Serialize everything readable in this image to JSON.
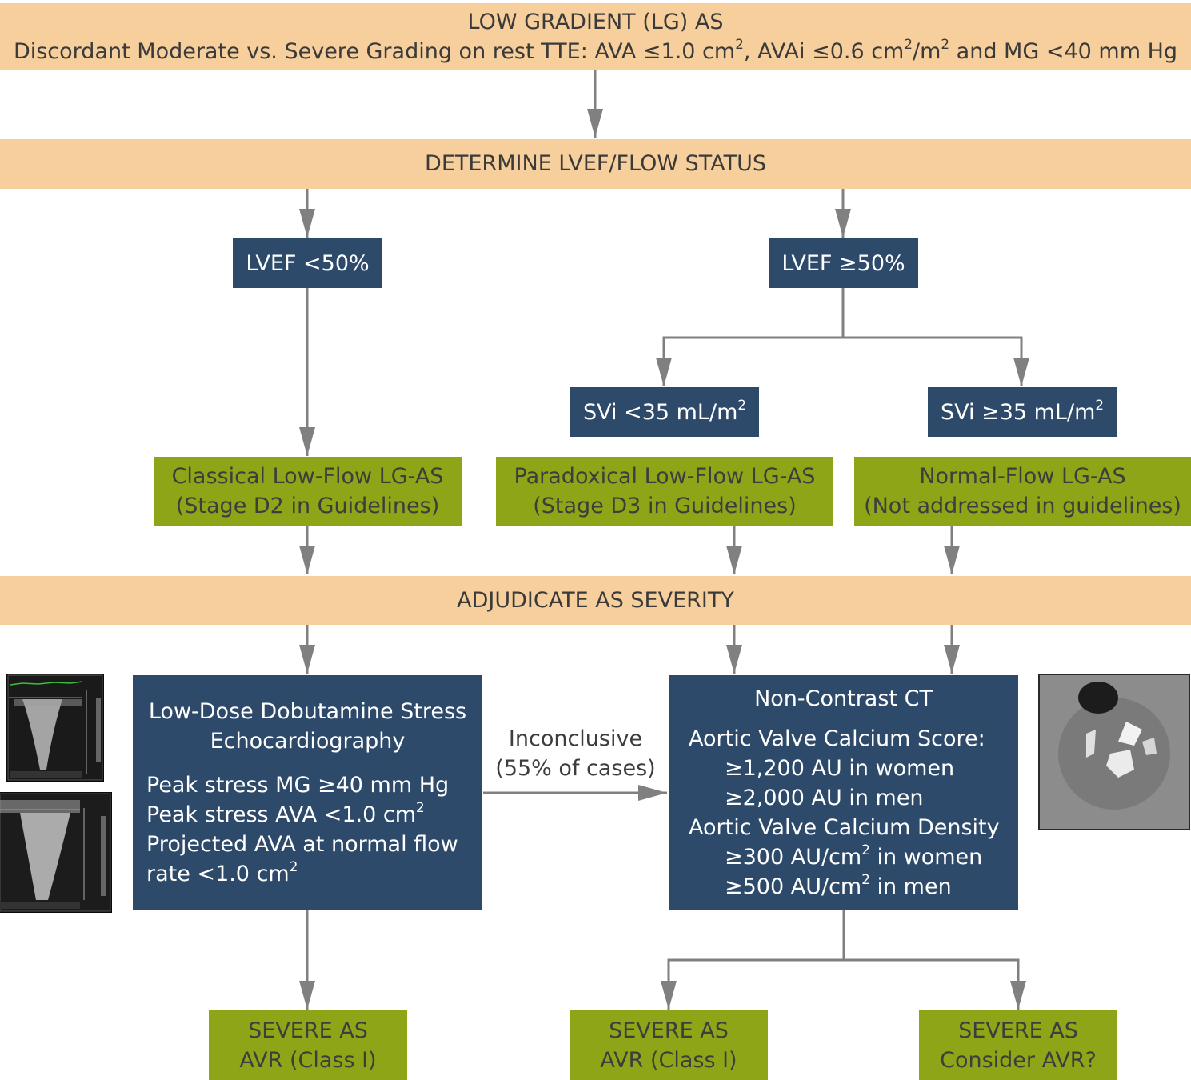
{
  "header": {
    "line1": "LOW GRADIENT (LG) AS",
    "line2": {
      "p1": "Discordant Moderate vs. Severe Grading on rest TTE: AVA ≤1.0 cm",
      "sup1": "2",
      "p2": ", AVAi ≤0.6 cm",
      "sup2": "2",
      "p3": "/m",
      "sup3": "2",
      "p4": " and MG <40 mm Hg"
    }
  },
  "band_flow": "DETERMINE LVEF/FLOW STATUS",
  "lvef_low": "LVEF <50%",
  "lvef_high": "LVEF ≥50%",
  "svi_low": {
    "text": "SVi <35 mL/m",
    "sup": "2"
  },
  "svi_high": {
    "text": "SVi ≥35 mL/m",
    "sup": "2"
  },
  "classical": {
    "line1": "Classical Low-Flow LG-AS",
    "line2": "(Stage D2 in Guidelines)"
  },
  "paradoxical": {
    "line1": "Paradoxical Low-Flow LG-AS",
    "line2": "(Stage D3 in Guidelines)"
  },
  "normalflow": {
    "line1": "Normal-Flow LG-AS",
    "line2": "(Not addressed in guidelines)"
  },
  "band_adjudicate": "ADJUDICATE AS SEVERITY",
  "dse": {
    "title1": "Low-Dose Dobutamine Stress",
    "title2": "Echocardiography",
    "c1": "Peak stress MG ≥40 mm Hg",
    "c2": {
      "text": "Peak stress AVA <1.0 cm",
      "sup": "2"
    },
    "c3": "Projected AVA at normal flow",
    "c4": {
      "text": "rate <1.0 cm",
      "sup": "2"
    }
  },
  "inconclusive": {
    "line1": "Inconclusive",
    "line2": "(55% of cases)"
  },
  "ct": {
    "title": "Non-Contrast CT",
    "score_title": "Aortic Valve Calcium Score:",
    "score_women": "≥1,200 AU in women",
    "score_men": "≥2,000 AU in men",
    "density_title": "Aortic Valve Calcium Density",
    "density_women": {
      "p1": "≥300 AU/cm",
      "sup": "2",
      "p2": " in women"
    },
    "density_men": {
      "p1": "≥500 AU/cm",
      "sup": "2",
      "p2": " in men"
    }
  },
  "outcome_left": {
    "line1": "SEVERE AS",
    "line2": "AVR (Class I)"
  },
  "outcome_mid": {
    "line1": "SEVERE AS",
    "line2": "AVR (Class I)"
  },
  "outcome_right": {
    "line1": "SEVERE AS",
    "line2": "Consider AVR?"
  }
}
